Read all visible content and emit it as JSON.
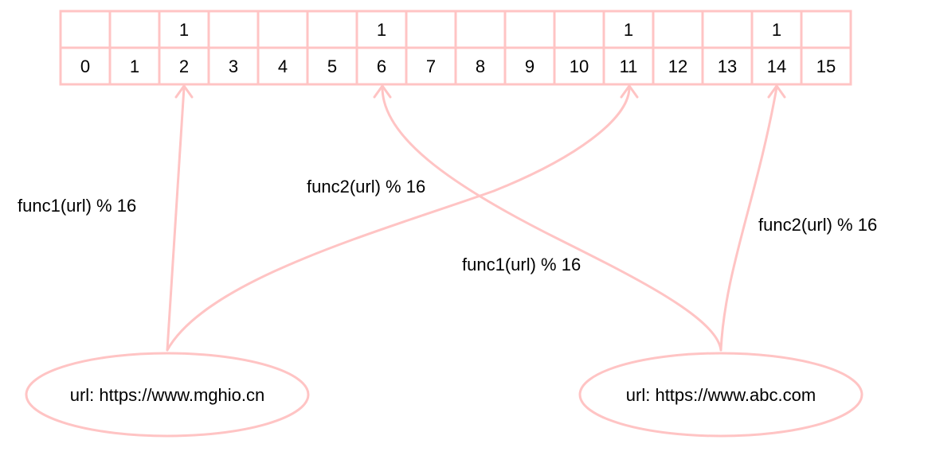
{
  "bit_array": {
    "indices": [
      "0",
      "1",
      "2",
      "3",
      "4",
      "5",
      "6",
      "7",
      "8",
      "9",
      "10",
      "11",
      "12",
      "13",
      "14",
      "15"
    ],
    "bits": [
      "",
      "",
      "1",
      "",
      "",
      "",
      "1",
      "",
      "",
      "",
      "",
      "1",
      "",
      "",
      "1",
      ""
    ]
  },
  "urls": {
    "left": "url: https://www.mghio.cn",
    "right": "url: https://www.abc.com"
  },
  "edges": {
    "left_func1": "func1(url) % 16",
    "left_func2": "func2(url) % 16",
    "right_func1": "func1(url) % 16",
    "right_func2": "func2(url) % 16"
  },
  "colors": {
    "stroke": "#ffc4c4",
    "text": "#000000"
  }
}
